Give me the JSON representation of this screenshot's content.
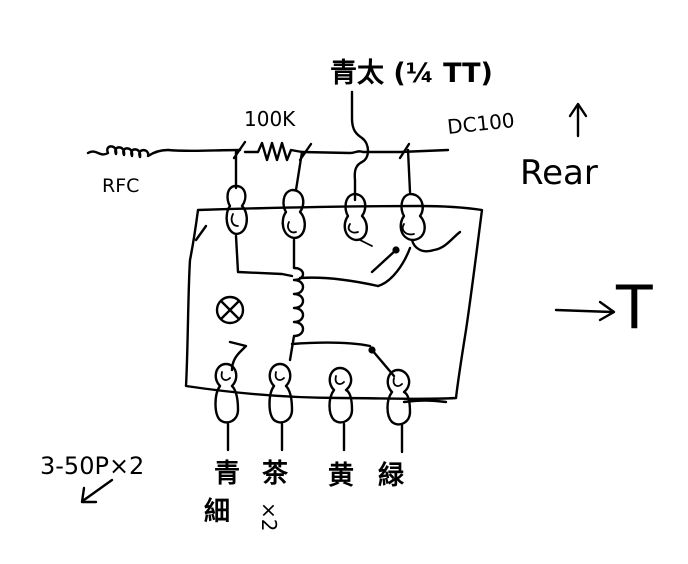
{
  "labels": {
    "wire_top": "青太 (¼ TT)",
    "resistor": "100K",
    "dc_label": "DC100",
    "rear": "Rear",
    "rfc": "RFC",
    "t_label": "T",
    "capacitor": "3-50P×2",
    "bottom": {
      "blue_fine_1": "青",
      "blue_fine_2": "細",
      "brown_1": "茶",
      "brown_2": "×2",
      "yellow": "黄",
      "green": "緑"
    }
  }
}
